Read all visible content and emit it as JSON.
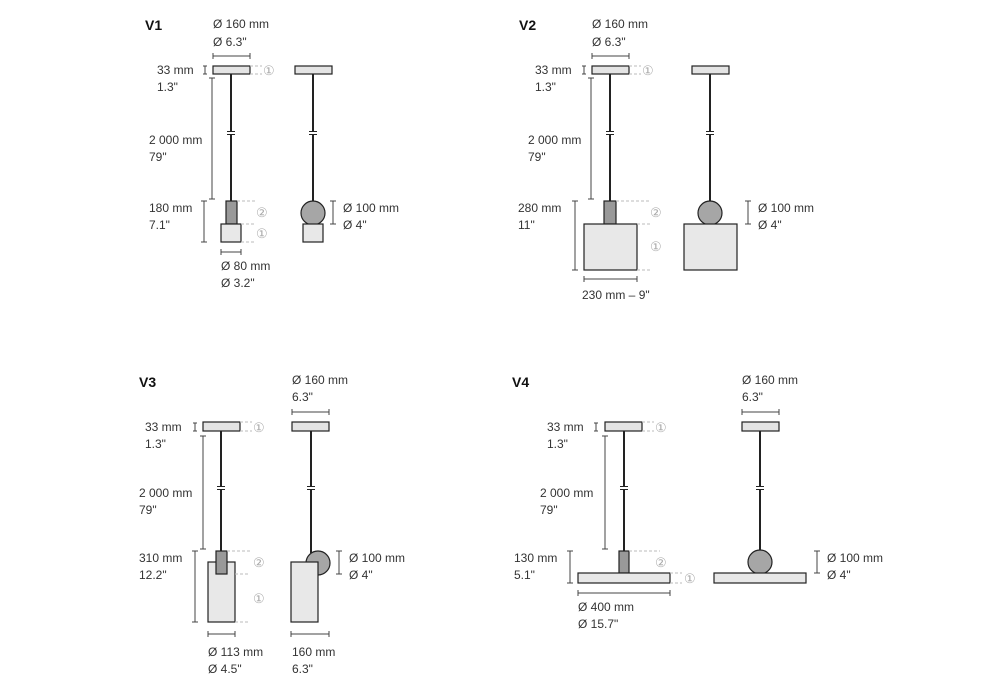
{
  "marker_1": "①",
  "marker_2": "②",
  "v1": {
    "label": "V1",
    "canopy_d_mm": "Ø 160 mm",
    "canopy_d_in": "Ø 6.3\"",
    "canopy_h_mm": "33 mm",
    "canopy_h_in": "1.3\"",
    "cable_mm": "2 000 mm",
    "cable_in": "79\"",
    "body_h_mm": "180 mm",
    "body_h_in": "7.1\"",
    "shade_d_mm": "Ø 80 mm",
    "shade_d_in": "Ø 3.2\"",
    "ball_d_mm": "Ø 100 mm",
    "ball_d_in": "Ø 4\""
  },
  "v2": {
    "label": "V2",
    "canopy_d_mm": "Ø 160 mm",
    "canopy_d_in": "Ø 6.3\"",
    "canopy_h_mm": "33 mm",
    "canopy_h_in": "1.3\"",
    "cable_mm": "2 000 mm",
    "cable_in": "79\"",
    "body_h_mm": "280 mm",
    "body_h_in": "11\"",
    "shade_w": "230 mm – 9\"",
    "ball_d_mm": "Ø 100 mm",
    "ball_d_in": "Ø 4\""
  },
  "v3": {
    "label": "V3",
    "canopy_d_mm": "Ø 160 mm",
    "canopy_d_in": "6.3\"",
    "canopy_h_mm": "33 mm",
    "canopy_h_in": "1.3\"",
    "cable_mm": "2 000 mm",
    "cable_in": "79\"",
    "body_h_mm": "310 mm",
    "body_h_in": "12.2\"",
    "shade_d_mm": "Ø 113 mm",
    "shade_d_in": "Ø 4.5\"",
    "side_w_mm": "160 mm",
    "side_w_in": "6.3\"",
    "ball_d_mm": "Ø 100 mm",
    "ball_d_in": "Ø 4\""
  },
  "v4": {
    "label": "V4",
    "canopy_d_mm": "Ø 160 mm",
    "canopy_d_in": "6.3\"",
    "canopy_h_mm": "33 mm",
    "canopy_h_in": "1.3\"",
    "cable_mm": "2 000 mm",
    "cable_in": "79\"",
    "body_h_mm": "130 mm",
    "body_h_in": "5.1\"",
    "disc_d_mm": "Ø 400 mm",
    "disc_d_in": "Ø 15.7\"",
    "ball_d_mm": "Ø 100 mm",
    "ball_d_in": "Ø 4\""
  }
}
